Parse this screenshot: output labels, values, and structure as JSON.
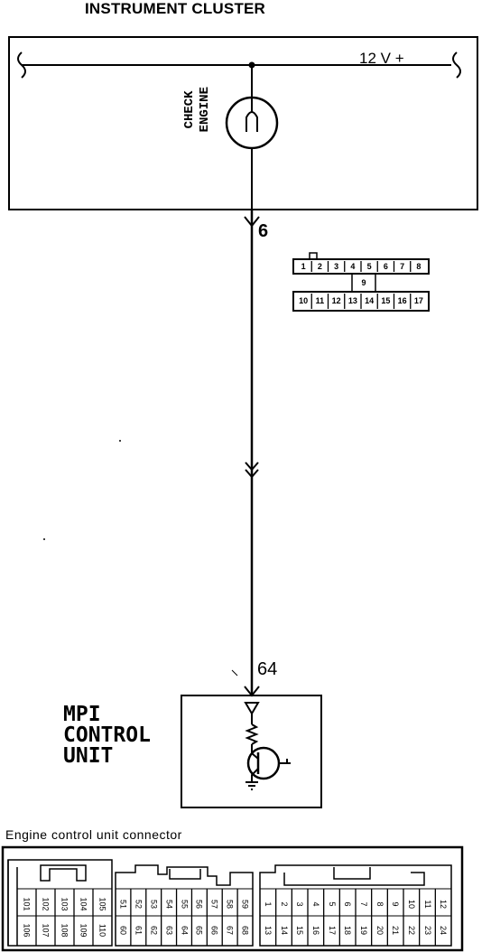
{
  "title": "INSTRUMENT CLUSTER",
  "supply_label": "12 V +",
  "lamp_label_line1": "CHECK",
  "lamp_label_line2": "ENGINE",
  "cluster_pin": "6",
  "ecu_pin": "64",
  "ecu_name": [
    "MPI",
    "CONTROL",
    "UNIT"
  ],
  "cluster_connector": {
    "top_row": [
      "1",
      "2",
      "3",
      "4",
      "5",
      "6",
      "7",
      "8"
    ],
    "middle": "9",
    "bottom_row": [
      "10",
      "11",
      "12",
      "13",
      "14",
      "15",
      "16",
      "17"
    ]
  },
  "ecu_connector_label": "Engine control unit connector",
  "ecu_connector": {
    "left_top": [
      "101",
      "102",
      "103",
      "104",
      "105"
    ],
    "left_bottom": [
      "106",
      "107",
      "108",
      "109",
      "110"
    ],
    "middle_top": [
      "51",
      "52",
      "53",
      "54",
      "55",
      "56",
      "57",
      "58",
      "59"
    ],
    "middle_bottom": [
      "60",
      "61",
      "62",
      "63",
      "64",
      "65",
      "66",
      "67",
      "68"
    ],
    "right_top": [
      "1",
      "2",
      "3",
      "4",
      "5",
      "6",
      "7",
      "8",
      "9",
      "10",
      "11",
      "12"
    ],
    "right_bottom": [
      "13",
      "14",
      "15",
      "16",
      "17",
      "18",
      "19",
      "20",
      "21",
      "22",
      "23",
      "24"
    ]
  }
}
